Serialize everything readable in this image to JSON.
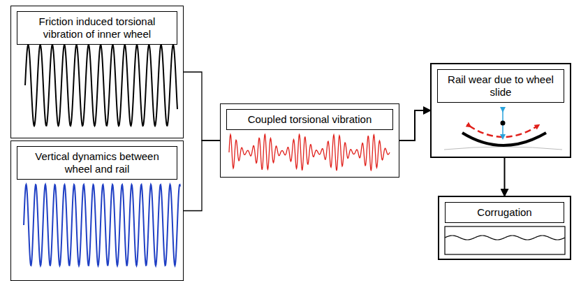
{
  "diagram": {
    "nodes": [
      {
        "text": [
          "Friction induced torsional vibration of inner wheel"
        ]
      },
      {
        "text": [
          "Vertical dynamics between wheel and rail"
        ]
      },
      {
        "text": [
          "Coupled torsional vibration"
        ]
      },
      {
        "text": [
          "Rail wear due to wheel slide"
        ]
      },
      {
        "text": [
          "Corrugation"
        ]
      }
    ],
    "edges": [
      {
        "from": 0,
        "to": 2,
        "arrow": "none"
      },
      {
        "from": 1,
        "to": 2,
        "arrow": "none"
      },
      {
        "from": 2,
        "to": 3,
        "arrow": "to"
      },
      {
        "from": 3,
        "to": 4,
        "arrow": "to"
      }
    ]
  }
}
